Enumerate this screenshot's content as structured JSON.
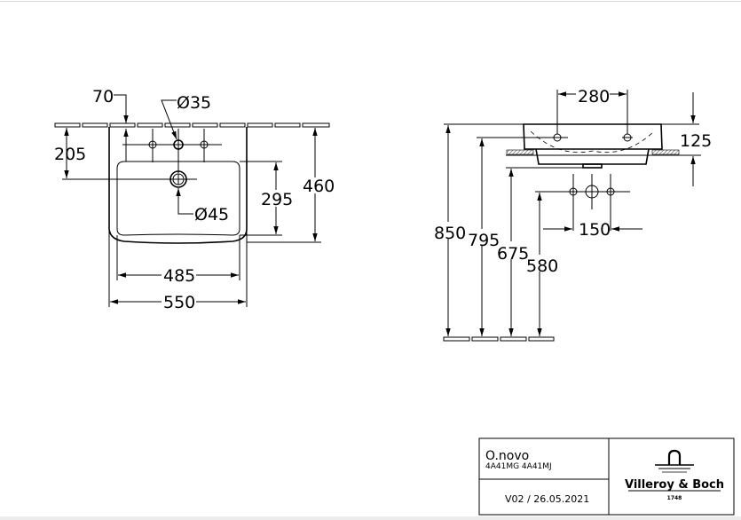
{
  "front_view": {
    "dims": {
      "d70": "70",
      "d35": "Ø35",
      "d205": "205",
      "d295": "295",
      "d460": "460",
      "d45": "Ø45",
      "d485": "485",
      "d550": "550"
    }
  },
  "side_view": {
    "dims": {
      "d280": "280",
      "d125": "125",
      "d850": "850",
      "d795": "795",
      "d675": "675",
      "d580": "580",
      "d150": "150"
    }
  },
  "title_block": {
    "product": "O.novo",
    "codes": "4A41MG  4A41MJ",
    "version": "V02 / 26.05.2021",
    "brand": "Villeroy & Boch",
    "brand_year": "1748"
  }
}
